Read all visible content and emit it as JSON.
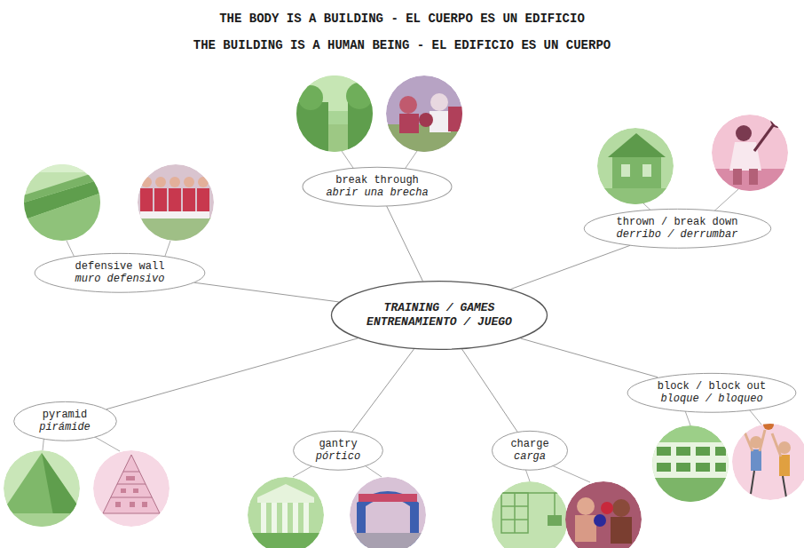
{
  "diagram": {
    "title": "THE BODY IS A BUILDING - EL CUERPO ES UN EDIFICIO",
    "nodes": [
      {
        "text": [
          "break through",
          "abrir una brecha"
        ]
      },
      {
        "text": [
          "thrown / break down",
          "derribo / derrumbar"
        ]
      },
      {
        "text": [
          "defensive wall",
          "muro defensivo"
        ]
      },
      {
        "text": [
          "TRAINING / GAMES",
          "ENTRENAMIENTO / JUEGO"
        ]
      },
      {
        "text": [
          "block / block out",
          "bloque / bloqueo"
        ]
      },
      {
        "text": [
          "pyramid",
          "pirámide"
        ]
      },
      {
        "text": [
          "gantry",
          "pórtico"
        ]
      },
      {
        "text": [
          "charge",
          "carga"
        ]
      }
    ],
    "edges": [
      {
        "from": 3,
        "to": 0,
        "arrow": "none"
      },
      {
        "from": 3,
        "to": 1,
        "arrow": "none"
      },
      {
        "from": 3,
        "to": 2,
        "arrow": "none"
      },
      {
        "from": 3,
        "to": 4,
        "arrow": "none"
      },
      {
        "from": 3,
        "to": 5,
        "arrow": "none"
      },
      {
        "from": 3,
        "to": 6,
        "arrow": "none"
      },
      {
        "from": 3,
        "to": 7,
        "arrow": "none"
      }
    ],
    "labels": [
      "THE BUILDING IS A HUMAN BEING - EL EDIFICIO ES UN CUERPO"
    ]
  }
}
